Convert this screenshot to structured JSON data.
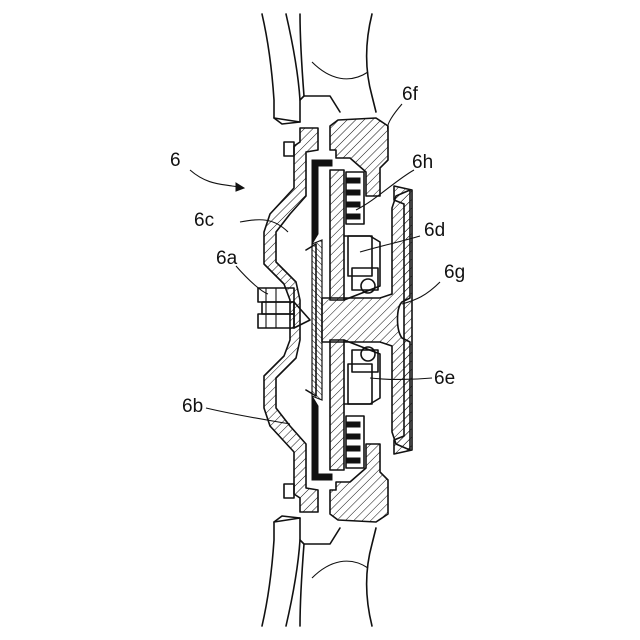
{
  "labels": {
    "l6": "6",
    "l6a": "6a",
    "l6b": "6b",
    "l6c": "6c",
    "l6d": "6d",
    "l6e": "6e",
    "l6f": "6f",
    "l6g": "6g",
    "l6h": "6h"
  }
}
